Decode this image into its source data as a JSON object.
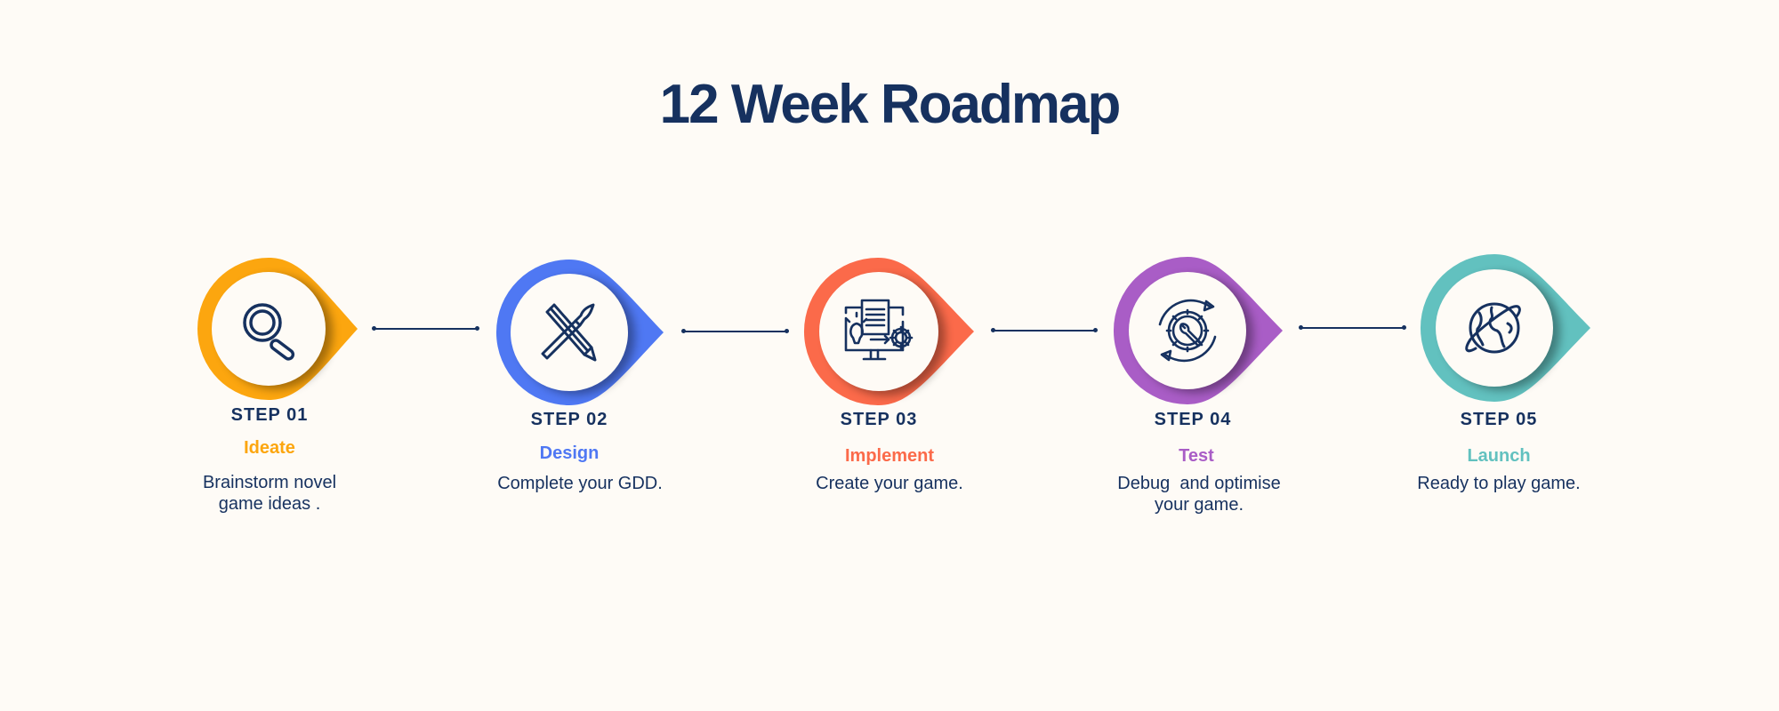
{
  "title": "12 Week Roadmap",
  "colors": {
    "background": "#fefbf6",
    "text": "#16315f",
    "ideate": "#fca60f",
    "design": "#4f78f3",
    "implement": "#fb6a4a",
    "test": "#a95dc6",
    "launch": "#62c1bf"
  },
  "steps": [
    {
      "step": "STEP 01",
      "name": "Ideate",
      "desc_lines": [
        "Brainstorm novel",
        "game ideas ."
      ],
      "icon": "magnifier-icon",
      "color": "#fca60f"
    },
    {
      "step": "STEP 02",
      "name": "Design",
      "desc_lines": [
        "Complete your GDD."
      ],
      "icon": "pencil-brush-icon",
      "color": "#4f78f3"
    },
    {
      "step": "STEP 03",
      "name": "Implement",
      "desc_lines": [
        "Create your game."
      ],
      "icon": "monitor-gear-idea-icon",
      "color": "#fb6a4a"
    },
    {
      "step": "STEP 04",
      "name": "Test",
      "desc_lines": [
        "Debug  and optimise",
        "your game."
      ],
      "icon": "gear-wrench-cycle-icon",
      "color": "#a95dc6"
    },
    {
      "step": "STEP 05",
      "name": "Launch",
      "desc_lines": [
        "Ready to play game."
      ],
      "icon": "globe-orbit-icon",
      "color": "#62c1bf"
    }
  ]
}
